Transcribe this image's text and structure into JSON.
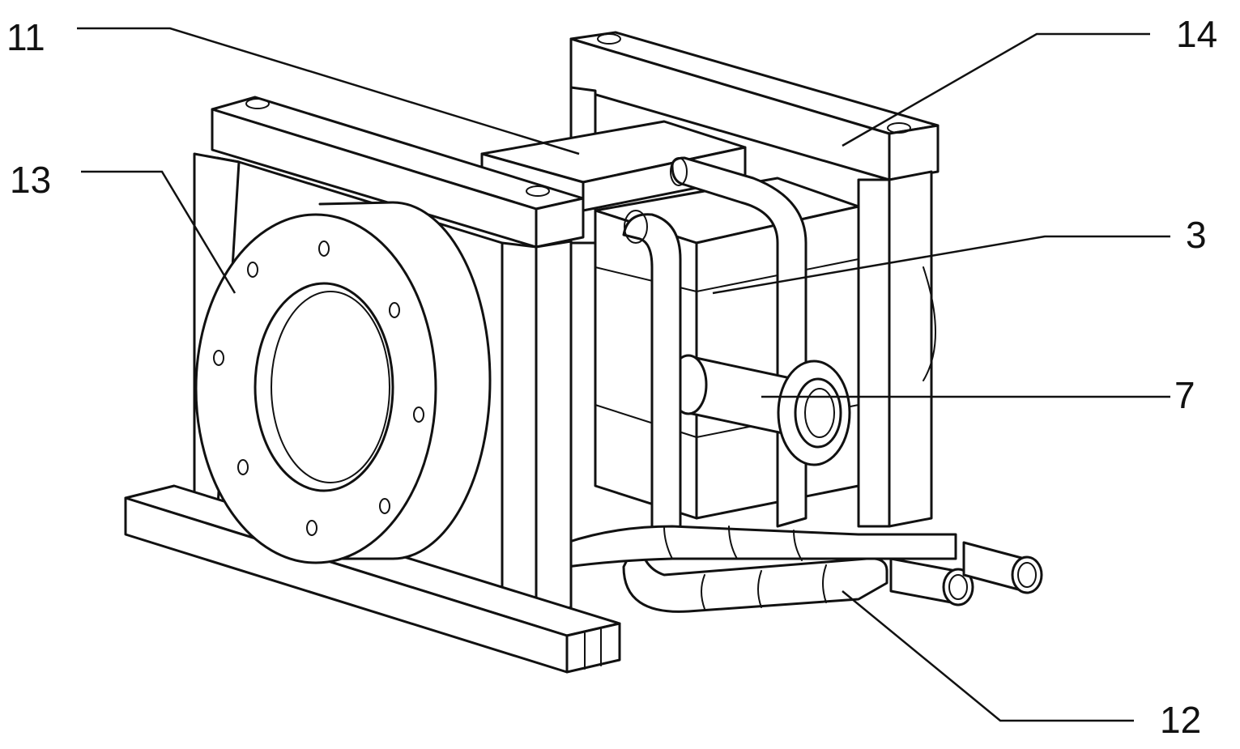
{
  "figure": {
    "callouts": [
      {
        "id": "c11",
        "label": "11"
      },
      {
        "id": "c14",
        "label": "14"
      },
      {
        "id": "c13",
        "label": "13"
      },
      {
        "id": "c3",
        "label": "3"
      },
      {
        "id": "c7",
        "label": "7"
      },
      {
        "id": "c12",
        "label": "12"
      }
    ]
  }
}
